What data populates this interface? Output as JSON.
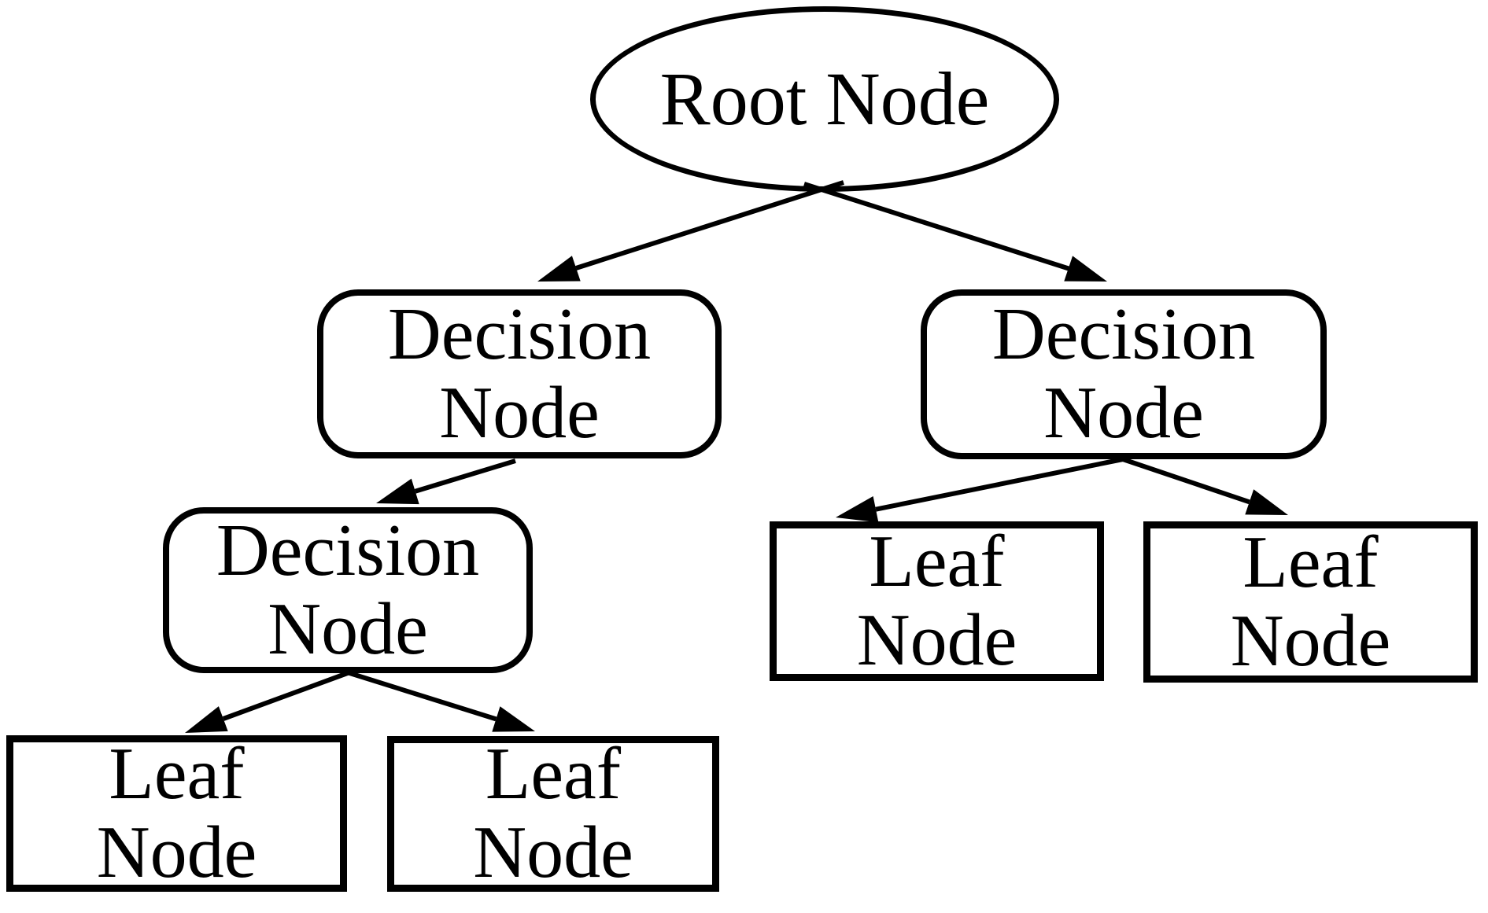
{
  "diagram": {
    "description": "Decision tree structure diagram",
    "colors": {
      "stroke": "#000000",
      "text": "#000000",
      "background": "#ffffff"
    },
    "nodes": {
      "root": {
        "shape": "ellipse",
        "label": "Root Node"
      },
      "decision_left": {
        "shape": "rounded-rect",
        "line1": "Decision",
        "line2": "Node"
      },
      "decision_right": {
        "shape": "rounded-rect",
        "line1": "Decision",
        "line2": "Node"
      },
      "decision_inner": {
        "shape": "rounded-rect",
        "line1": "Decision",
        "line2": "Node"
      },
      "leaf_bottom_left": {
        "shape": "rect",
        "line1": "Leaf",
        "line2": "Node"
      },
      "leaf_bottom_right": {
        "shape": "rect",
        "line1": "Leaf",
        "line2": "Node"
      },
      "leaf_mid_left": {
        "shape": "rect",
        "line1": "Leaf",
        "line2": "Node"
      },
      "leaf_mid_right": {
        "shape": "rect",
        "line1": "Leaf",
        "line2": "Node"
      }
    },
    "edges": [
      {
        "from": "root",
        "to": "decision_left"
      },
      {
        "from": "root",
        "to": "decision_right"
      },
      {
        "from": "decision_left",
        "to": "decision_inner"
      },
      {
        "from": "decision_inner",
        "to": "leaf_bottom_left"
      },
      {
        "from": "decision_inner",
        "to": "leaf_bottom_right"
      },
      {
        "from": "decision_right",
        "to": "leaf_mid_left"
      },
      {
        "from": "decision_right",
        "to": "leaf_mid_right"
      }
    ]
  }
}
